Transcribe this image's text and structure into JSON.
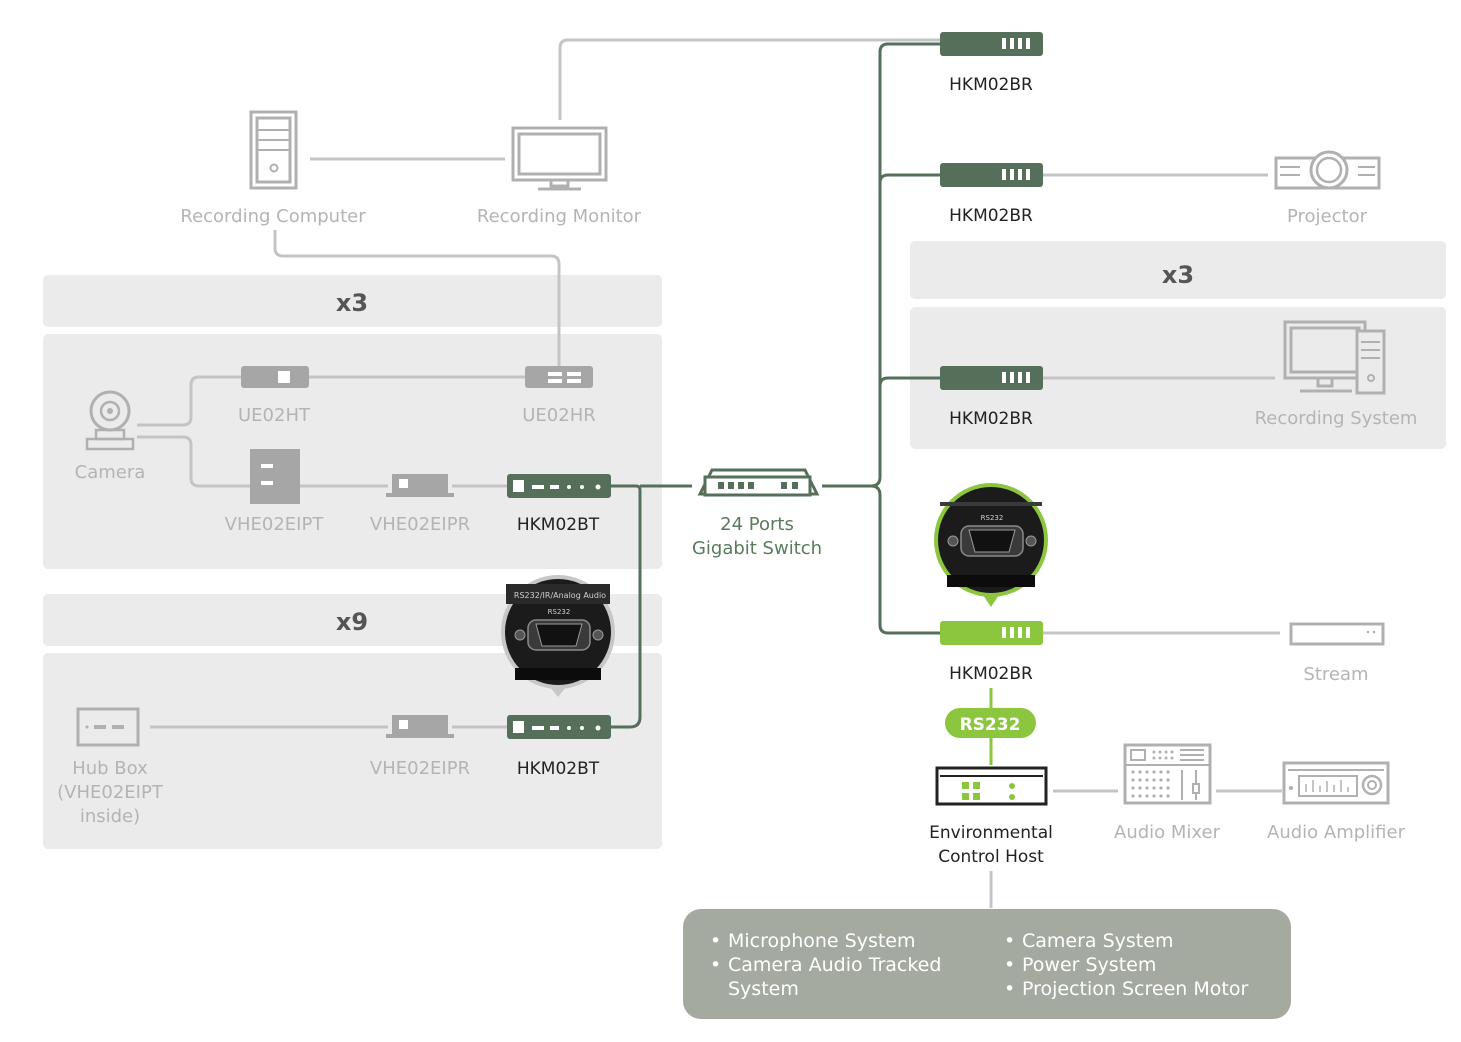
{
  "groups": {
    "cameras": {
      "multiplier": "x3"
    },
    "hub": {
      "multiplier": "x9"
    },
    "recording": {
      "multiplier": "x3"
    }
  },
  "devices": {
    "recording_computer": "Recording Computer",
    "recording_monitor": "Recording Monitor",
    "camera": "Camera",
    "ue02ht": "UE02HT",
    "ue02hr": "UE02HR",
    "vhe02eipt": "VHE02EIPT",
    "vhe02eipr_top": "VHE02EIPR",
    "hkm02bt_top": "HKM02BT",
    "hub_box": [
      "Hub Box",
      "(VHE02EIPT",
      "inside)"
    ],
    "vhe02eipr_bottom": "VHE02EIPR",
    "hkm02bt_bottom": "HKM02BT",
    "switch": [
      "24 Ports",
      "Gigabit Switch"
    ],
    "hkm02br_1": "HKM02BR",
    "hkm02br_2": "HKM02BR",
    "projector": "Projector",
    "hkm02br_3": "HKM02BR",
    "recording_system": "Recording System",
    "hkm02br_4": "HKM02BR",
    "stream": "Stream",
    "rs232_badge": "RS232",
    "env_host": [
      "Environmental",
      "Control Host"
    ],
    "audio_mixer": "Audio Mixer",
    "audio_amplifier": "Audio Amplifier"
  },
  "callouts": {
    "left_port_header": "RS232/IR/Analog Audio",
    "left_port_label": "RS232",
    "right_port_label": "RS232"
  },
  "controlled_systems": {
    "left": [
      "Microphone System",
      "Camera Audio Tracked",
      "System"
    ],
    "right": [
      "Camera System",
      "Power System",
      "Projection Screen Motor"
    ]
  },
  "colors": {
    "dark_green": "#566f5a",
    "light_green": "#8cc63e",
    "grey_device": "#a6a6a6",
    "panel": "#ebebeb"
  }
}
